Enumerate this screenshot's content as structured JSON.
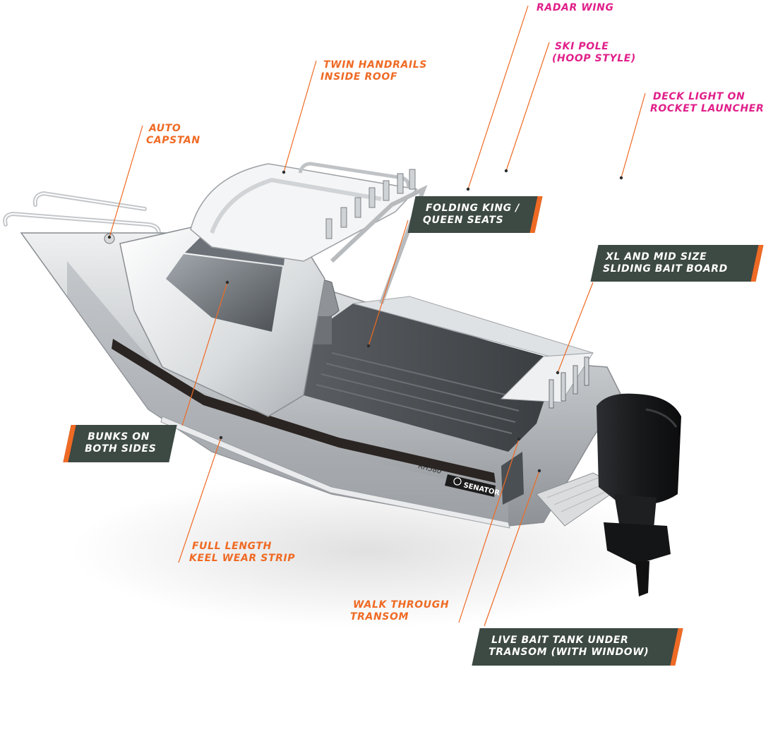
{
  "colors": {
    "accent_orange": "#ef6a24",
    "accent_pink": "#e0208a",
    "box_dark": "#3d4943",
    "hull_silver": "#c9cbcd",
    "motor_black": "#1b1c1e"
  },
  "boat_markings": {
    "model": "RH580",
    "brand": "SENATOR"
  },
  "labels": {
    "radar_wing": [
      "RADAR WING"
    ],
    "ski_pole": [
      "SKI POLE",
      "(HOOP STYLE)"
    ],
    "deck_light": [
      "DECK LIGHT ON",
      "ROCKET LAUNCHER"
    ],
    "twin_handrails": [
      "TWIN HANDRAILS",
      "INSIDE ROOF"
    ],
    "auto_capstan": [
      "AUTO",
      "CAPSTAN"
    ],
    "folding_seats": [
      "FOLDING KING /",
      "QUEEN SEATS"
    ],
    "bait_board": [
      "XL AND MID SIZE",
      "SLIDING BAIT BOARD"
    ],
    "bunks": [
      "BUNKS ON",
      "BOTH SIDES"
    ],
    "keel_strip": [
      "FULL LENGTH",
      "KEEL WEAR STRIP"
    ],
    "walk_through": [
      "WALK THROUGH",
      "TRANSOM"
    ],
    "live_bait": [
      "LIVE BAIT TANK UNDER",
      "TRANSOM (WITH WINDOW)"
    ]
  }
}
